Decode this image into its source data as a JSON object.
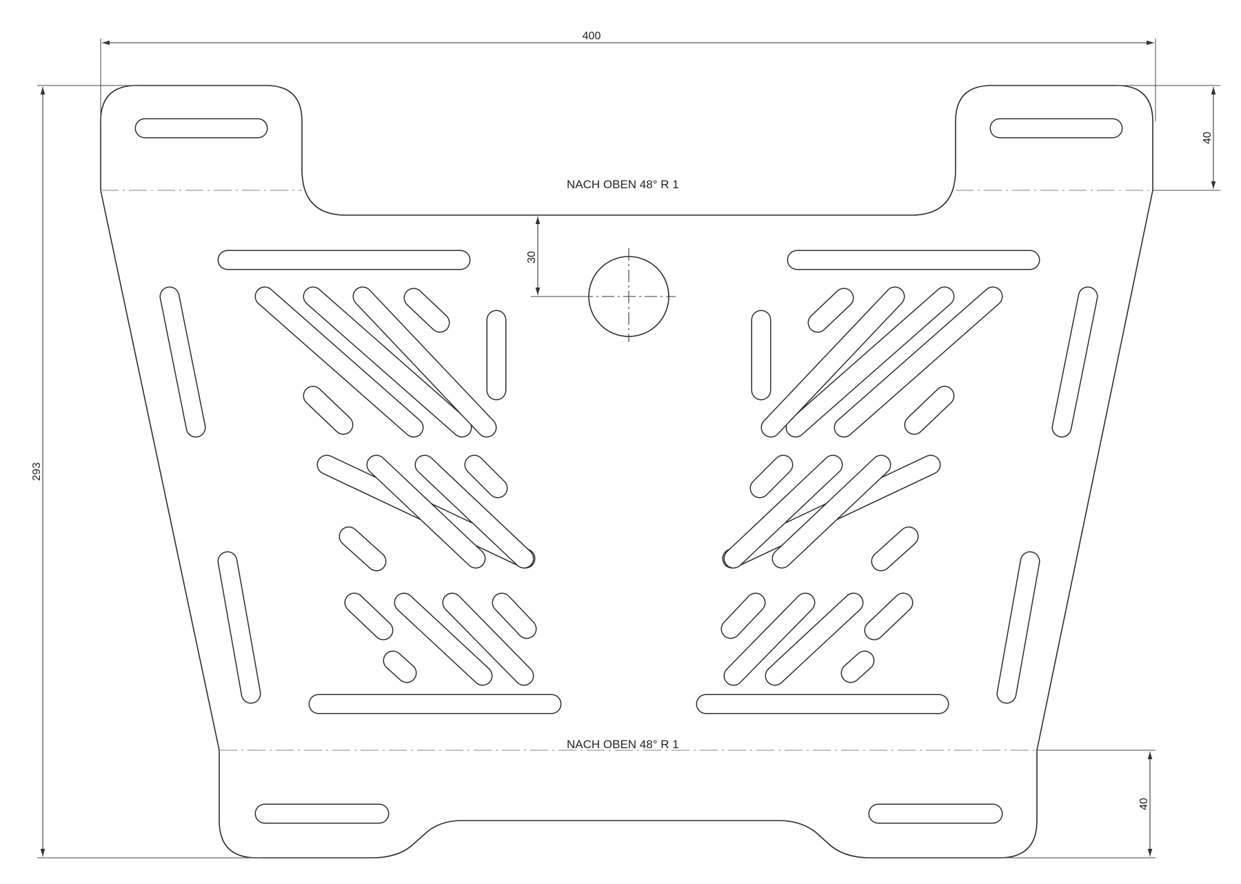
{
  "dimensions": {
    "overall_width": "400",
    "overall_height": "293",
    "top_tab_height": "40",
    "bottom_tab_height": "40",
    "hole_offset": "30"
  },
  "bend_notes": {
    "top": "NACH OBEN  48°  R 1",
    "bottom": "NACH OBEN  48°  R 1"
  }
}
